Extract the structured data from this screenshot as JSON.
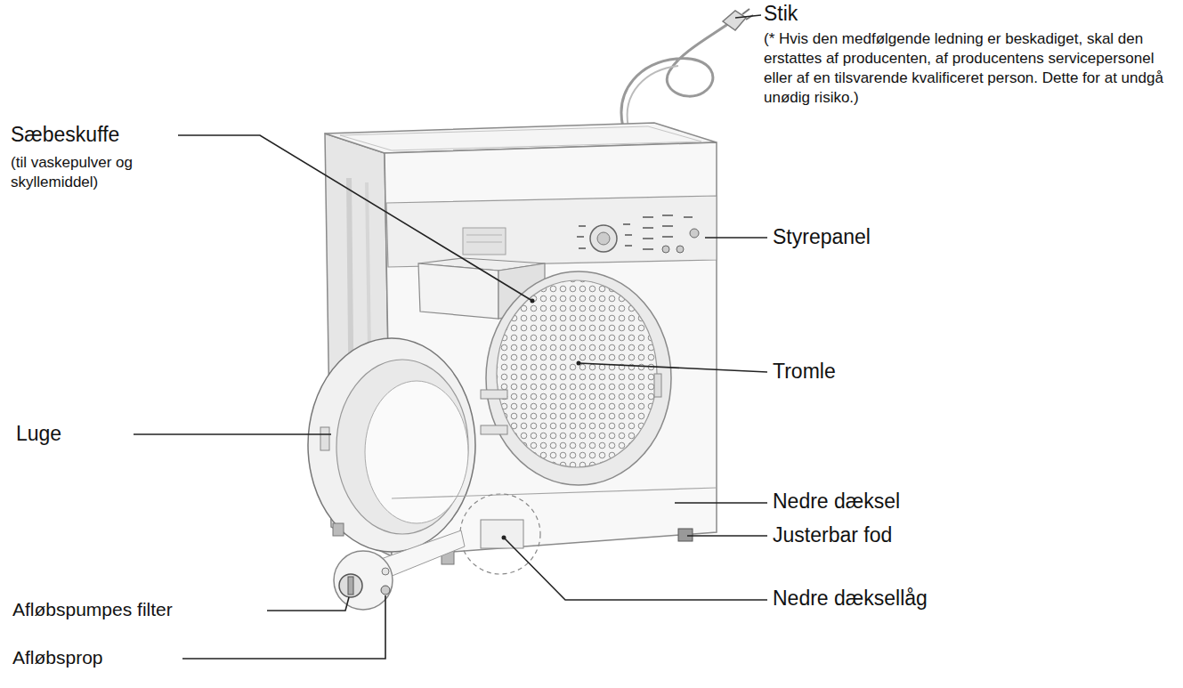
{
  "diagram": {
    "labels": [
      "Stik",
      "(* Hvis den medfølgende ledning er beskadiget, skal den erstattes af producenten, af producentens servicepersonel eller af en tilsvarende kvalificeret person. Dette for at undgå unødig risiko.)",
      "Sæbeskuffe",
      "(til vaskepulver og skyllemiddel)",
      "Styrepanel",
      "Tromle",
      "Luge",
      "Nedre dæksel",
      "Justerbar fod",
      "Afløbspumpes filter",
      "Nedre dæksellåg",
      "Afløbsprop"
    ]
  }
}
